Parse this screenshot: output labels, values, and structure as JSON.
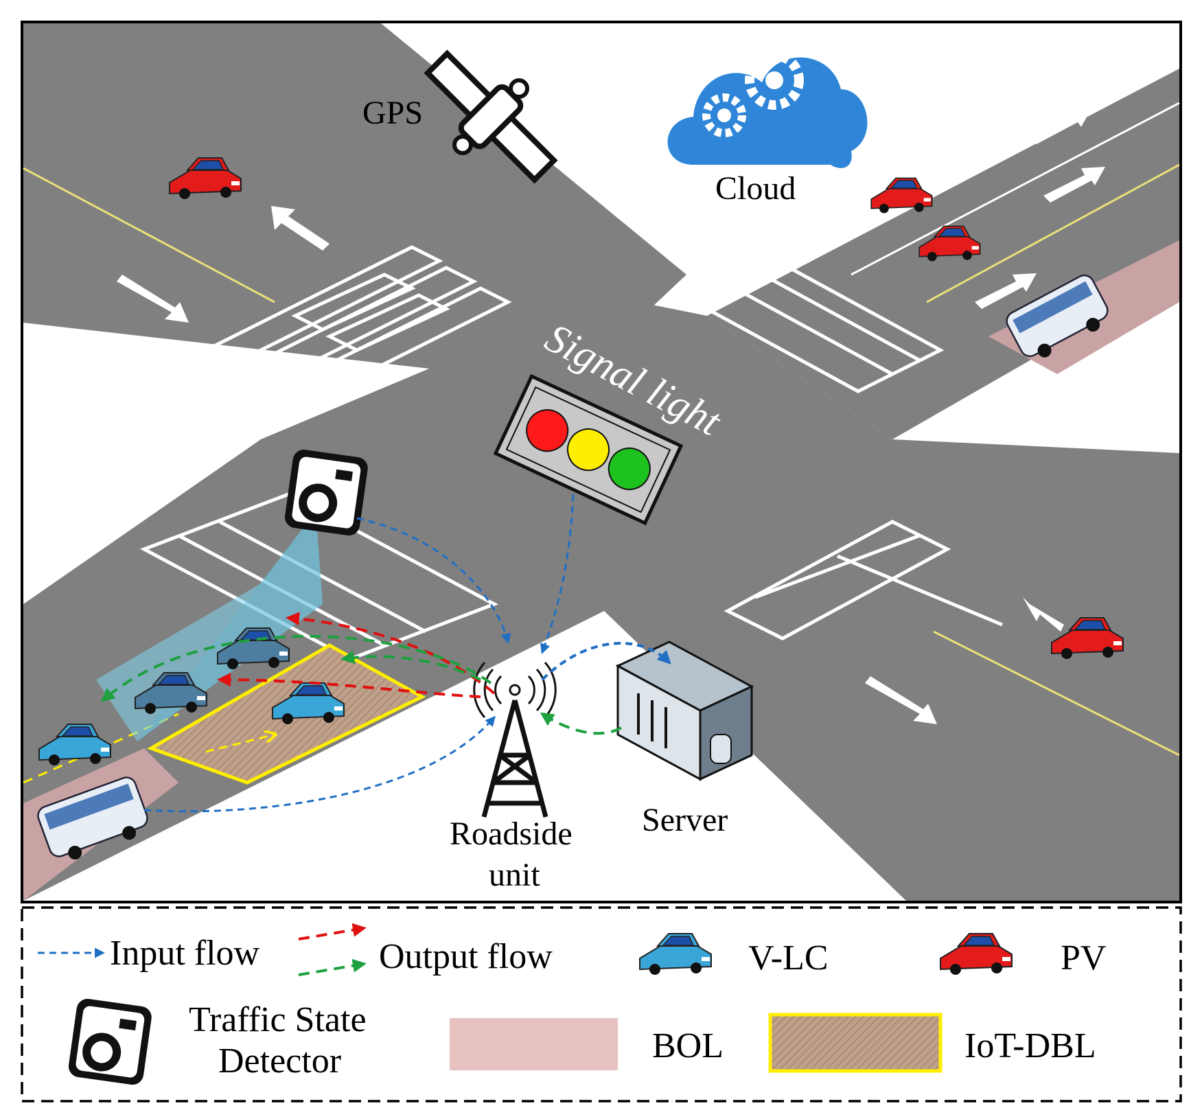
{
  "scene": {
    "labels": {
      "gps": "GPS",
      "cloud": "Cloud",
      "signal_light": "Signal light",
      "roadside_unit_line1": "Roadside",
      "roadside_unit_line2": "unit",
      "server": "Server"
    },
    "colors": {
      "road": "#808080",
      "bus_lane": "#c9a3a3",
      "iot_dbl_fill": "#bfa08a",
      "iot_dbl_border": "#ffee00",
      "input_flow": "#1f6fc5",
      "output_flow_red": "#e01010",
      "output_flow_green": "#1fa040",
      "pv_vehicle": "#e31b1b",
      "vlc_vehicle": "#3aa6d8",
      "cloud": "#2f86d9",
      "camera_fov": "#7fd3ec"
    }
  },
  "legend": {
    "input_flow": "Input flow",
    "output_flow": "Output flow",
    "vlc": "V-LC",
    "pv": "PV",
    "tsd_line1": "Traffic State",
    "tsd_line2": "Detector",
    "bol": "BOL",
    "iot_dbl": "IoT-DBL"
  }
}
